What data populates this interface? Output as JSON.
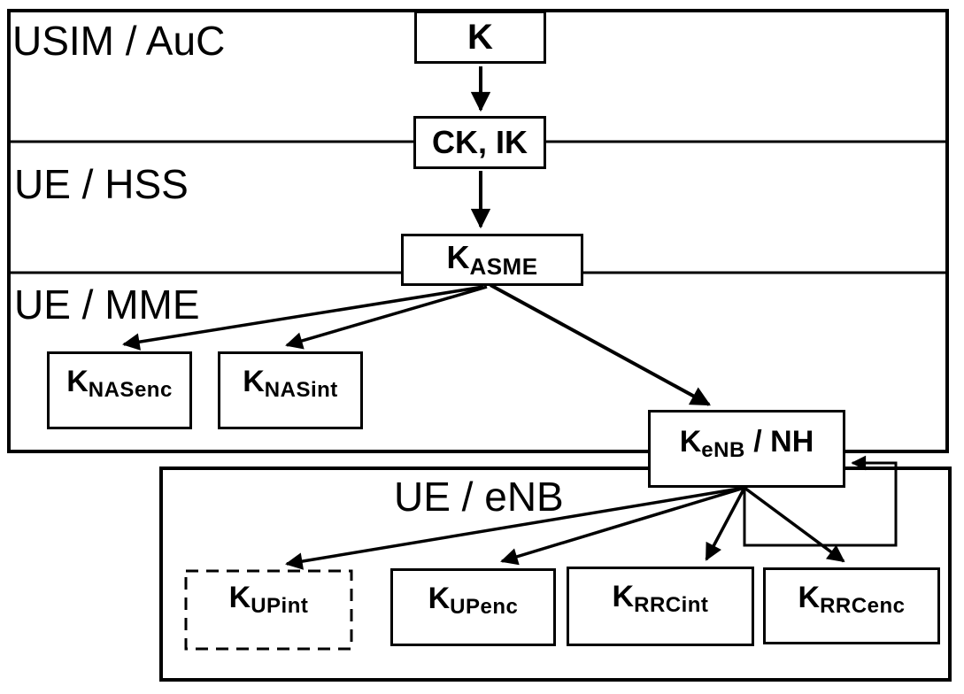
{
  "diagram": {
    "type": "key-hierarchy",
    "colors": {
      "line": "#000000",
      "background": "#ffffff",
      "text": "#000000"
    }
  },
  "sections": {
    "usim_auc": {
      "label": "USIM / AuC"
    },
    "ue_hss": {
      "label": "UE / HSS"
    },
    "ue_mme": {
      "label": "UE / MME"
    },
    "ue_enb": {
      "label": "UE / eNB"
    }
  },
  "keys": {
    "k": {
      "main": "K"
    },
    "ck_ik": {
      "main": "CK, IK"
    },
    "k_asme": {
      "main": "K",
      "sub": "ASME"
    },
    "k_nasenc": {
      "main": "K",
      "sub": "NASenc"
    },
    "k_nasint": {
      "main": "K",
      "sub": "NASint"
    },
    "k_enb_nh": {
      "main": "K",
      "sub": "eNB",
      "suffix": " / NH"
    },
    "k_upint": {
      "main": "K",
      "sub": "UPint"
    },
    "k_upenc": {
      "main": "K",
      "sub": "UPenc"
    },
    "k_rrcint": {
      "main": "K",
      "sub": "RRCint"
    },
    "k_rrcenc": {
      "main": "K",
      "sub": "RRCenc"
    }
  },
  "derivations": [
    [
      "k",
      "ck_ik"
    ],
    [
      "ck_ik",
      "k_asme"
    ],
    [
      "k_asme",
      "k_nasenc"
    ],
    [
      "k_asme",
      "k_nasint"
    ],
    [
      "k_asme",
      "k_enb_nh"
    ],
    [
      "k_enb_nh",
      "k_upint"
    ],
    [
      "k_enb_nh",
      "k_upenc"
    ],
    [
      "k_enb_nh",
      "k_rrcint"
    ],
    [
      "k_enb_nh",
      "k_rrcenc"
    ],
    [
      "k_enb_nh",
      "k_enb_nh"
    ]
  ]
}
